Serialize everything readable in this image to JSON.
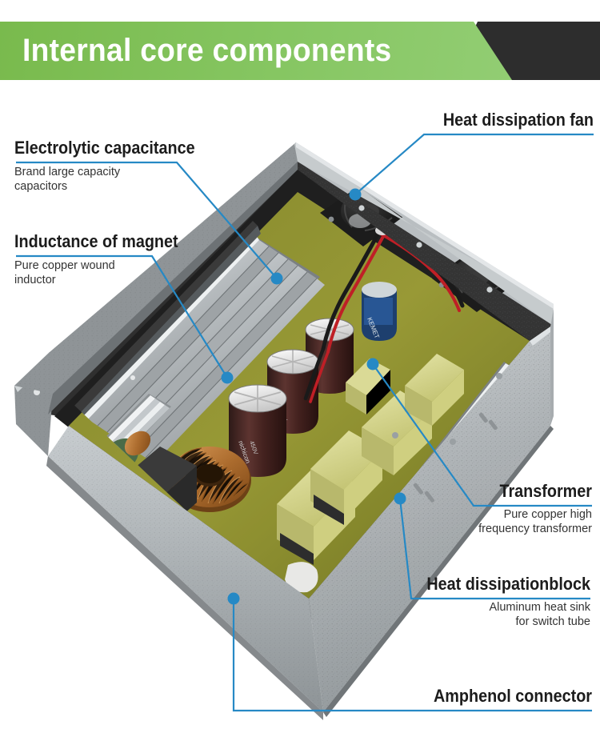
{
  "header": {
    "title": "Internal core components",
    "green": "#86c662",
    "dark": "#2d2d2d",
    "text_color": "#ffffff"
  },
  "theme": {
    "accent_blue": "#2689c5",
    "title_color": "#1c1c1c",
    "sub_color": "#333333"
  },
  "photo": {
    "alt": "Open switching power supply chassis seen at an angle, showing internal components",
    "palette": {
      "chassis_steel": "#b8bcbe",
      "chassis_steel_dark": "#7d8285",
      "chassis_inner_black": "#3a3a3a",
      "heatsink_silver": "#c9ced1",
      "pcb_green": "#93962f",
      "capacitor_brown": "#4a2c2a",
      "capacitor_top": "#e8e8e8",
      "transformer_yellow": "#d8d88a",
      "copper": "#b4763a",
      "fan_black": "#232323",
      "wire_red": "#c42127"
    }
  },
  "callouts": [
    {
      "id": "electrolytic-capacitance",
      "title": "Electrolytic capacitance",
      "subtitle": "Brand large capacity\ncapacitors",
      "side": "left"
    },
    {
      "id": "inductance-of-magnet",
      "title": "Inductance of magnet",
      "subtitle": "Pure copper wound\ninductor",
      "side": "left"
    },
    {
      "id": "heat-dissipation-fan",
      "title": "Heat dissipation fan",
      "subtitle": "",
      "side": "right"
    },
    {
      "id": "transformer",
      "title": "Transformer",
      "subtitle": "Pure copper high\nfrequency transformer",
      "side": "right"
    },
    {
      "id": "heat-dissipation-block",
      "title": "Heat dissipationblock",
      "subtitle": "Aluminum heat sink\nfor switch tube",
      "side": "right"
    },
    {
      "id": "amphenol-connector",
      "title": "Amphenol connector",
      "subtitle": "",
      "side": "right"
    }
  ],
  "labels": {
    "c0_title": "Electrolytic capacitance",
    "c0_sub_1": "Brand large capacity",
    "c0_sub_2": "capacitors",
    "c1_title": "Inductance of magnet",
    "c1_sub_1": "Pure copper wound",
    "c1_sub_2": "inductor",
    "c2_title": "Heat dissipation fan",
    "c3_title": "Transformer",
    "c3_sub_1": "Pure copper high",
    "c3_sub_2": "frequency transformer",
    "c4_title": "Heat dissipationblock",
    "c4_sub_1": "Aluminum heat sink",
    "c4_sub_2": "for switch tube",
    "c5_title": "Amphenol connector"
  }
}
